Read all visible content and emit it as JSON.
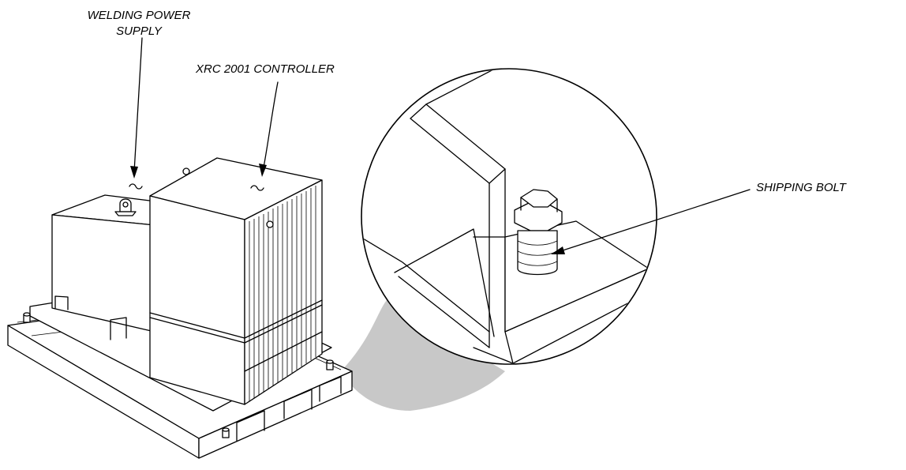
{
  "labels": {
    "welding_power_supply": [
      "WELDING POWER",
      "SUPPLY"
    ],
    "xrc_controller": "XRC 2001 CONTROLLER",
    "shipping_bolt": "SHIPPING BOLT"
  },
  "colors": {
    "line": "#000000",
    "callout_shadow": "#c8c8c8",
    "background": "#ffffff"
  }
}
